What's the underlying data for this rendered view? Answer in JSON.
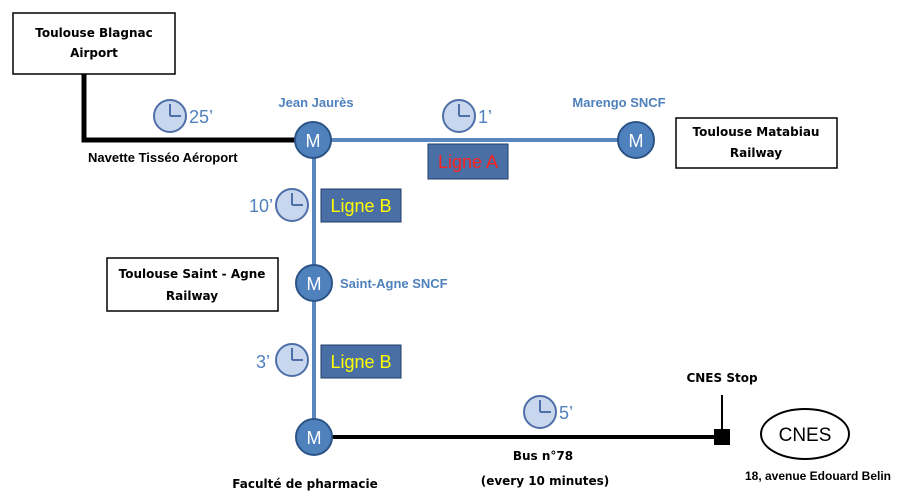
{
  "places": {
    "airport": [
      "Toulouse Blagnac",
      "Airport"
    ],
    "matabiau": [
      "Toulouse Matabiau",
      "Railway"
    ],
    "saint_agne": [
      "Toulouse Saint - Agne",
      "Railway"
    ],
    "cnes": "CNES"
  },
  "stations": {
    "jean_jaures": "Jean Jaurès",
    "marengo": "Marengo SNCF",
    "saint_agne": "Saint-Agne SNCF",
    "faculte": "Faculté de pharmacie",
    "metro_symbol": "M"
  },
  "lines": {
    "navette": "Navette Tisséo Aéroport",
    "ligne_a": "Ligne A",
    "ligne_b": "Ligne B",
    "bus": "Bus n°78",
    "bus_frequency": "(every 10 minutes)"
  },
  "times": {
    "navette": "25’",
    "ligne_a": "1’",
    "ligne_b_upper": "10’",
    "ligne_b_lower": "3’",
    "bus": "5’"
  },
  "stop": {
    "name": "CNES Stop",
    "address": "18, avenue Edouard Belin"
  },
  "colors": {
    "metro_line": "#5b87c0",
    "metro_node": "#4f81bd",
    "node_border": "#2c5486",
    "ligne_label_bg": "#4a6fa5",
    "ligne_a_text": "#ff2020",
    "ligne_b_text": "#ffff00",
    "clock_fill": "#c9d7ee",
    "clock_stroke": "#4f6fa8",
    "station_label": "#4f81bd",
    "bus_line": "#000000"
  },
  "icons": {
    "clock": "clock-icon",
    "metro": "metro-station-icon"
  }
}
